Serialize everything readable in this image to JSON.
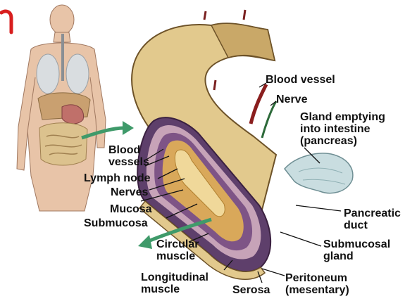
{
  "labels": {
    "blood_vessel": "Blood vessel",
    "nerve": "Nerve",
    "gland_emptying": "Gland emptying\ninto intestine\n(pancreas)",
    "blood_vessels": "Blood\nvessels",
    "lymph_node": "Lymph node",
    "nerves": "Nerves",
    "mucosa": "Mucosa",
    "submucosa": "Submucosa",
    "pancreatic_duct": "Pancreatic\nduct",
    "circular_muscle": "Circular\nmuscle",
    "submucosal_gland": "Submucosal\ngland",
    "longitudinal_muscle": "Longitudinal\nmuscle",
    "serosa": "Serosa",
    "peritoneum": "Peritoneum\n(mesentary)"
  },
  "colors": {
    "intestine_outer": "#e2c98d",
    "intestine_shade": "#c9a868",
    "mucosa_core": "#d9a85a",
    "muscle_band": "#5e3f6b",
    "submucosa_band": "#c7a3b8",
    "pancreas": "#c9dde0",
    "arrow_green": "#3f9a6a",
    "skin": "#e8c4a8",
    "accent_red": "#d81e1e"
  }
}
